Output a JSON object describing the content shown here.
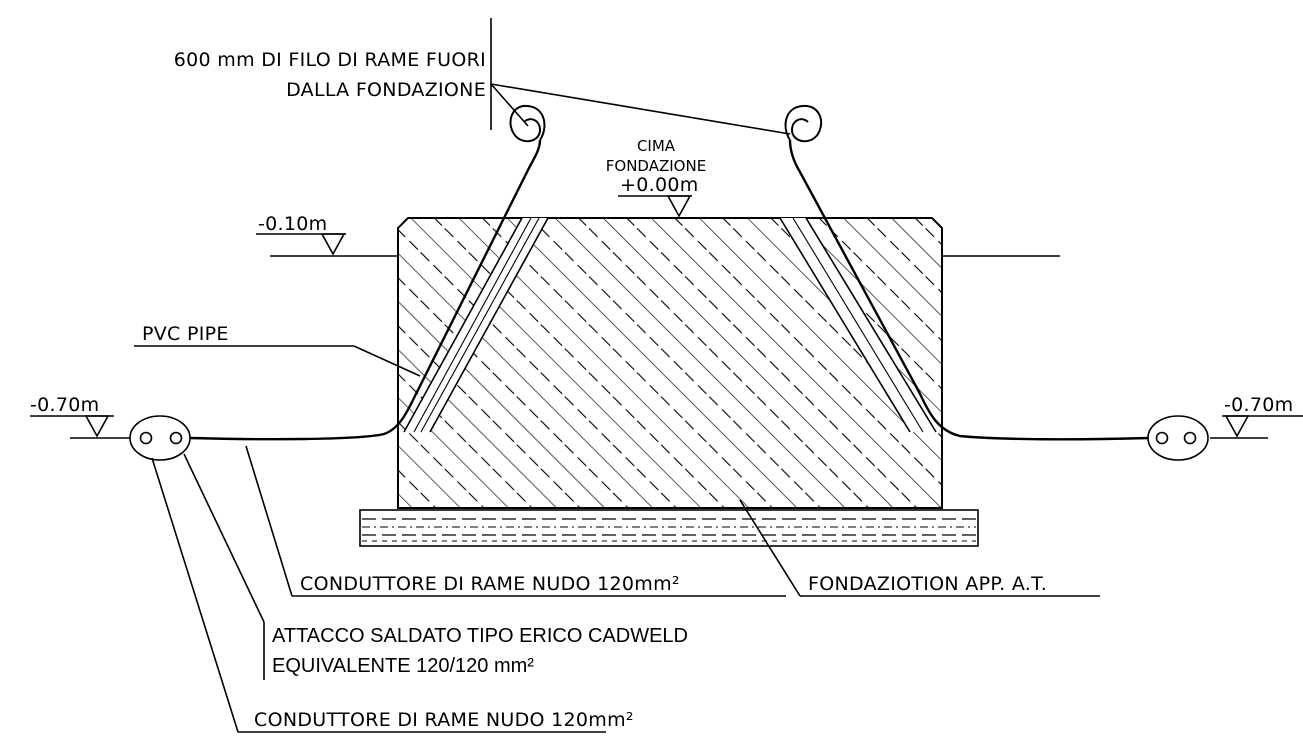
{
  "labels": {
    "copper_out_line1": "600  mm  DI  FILO  DI  RAME  FUORI",
    "copper_out_line2": "DALLA  FONDAZIONE",
    "cima_line1": "CIMA",
    "cima_line2": "FONDAZIONE",
    "cima_level": "+0.00m",
    "level_left_top": "-0.10m",
    "level_left": "-0.70m",
    "level_right": "-0.70m",
    "pvc": "PVC  PIPE",
    "conductor_upper": "CONDUTTORE  DI  RAME  NUDO  120mm²",
    "foundation": "FONDAZIOTION  APP.  A.T.",
    "weld_line1": "ATTACCO SALDATO TIPO ERICO CADWELD",
    "weld_line2": "EQUIVALENTE 120/120 mm²",
    "conductor_lower": "CONDUTTORE  DI  RAME  NUDO  120mm²"
  }
}
